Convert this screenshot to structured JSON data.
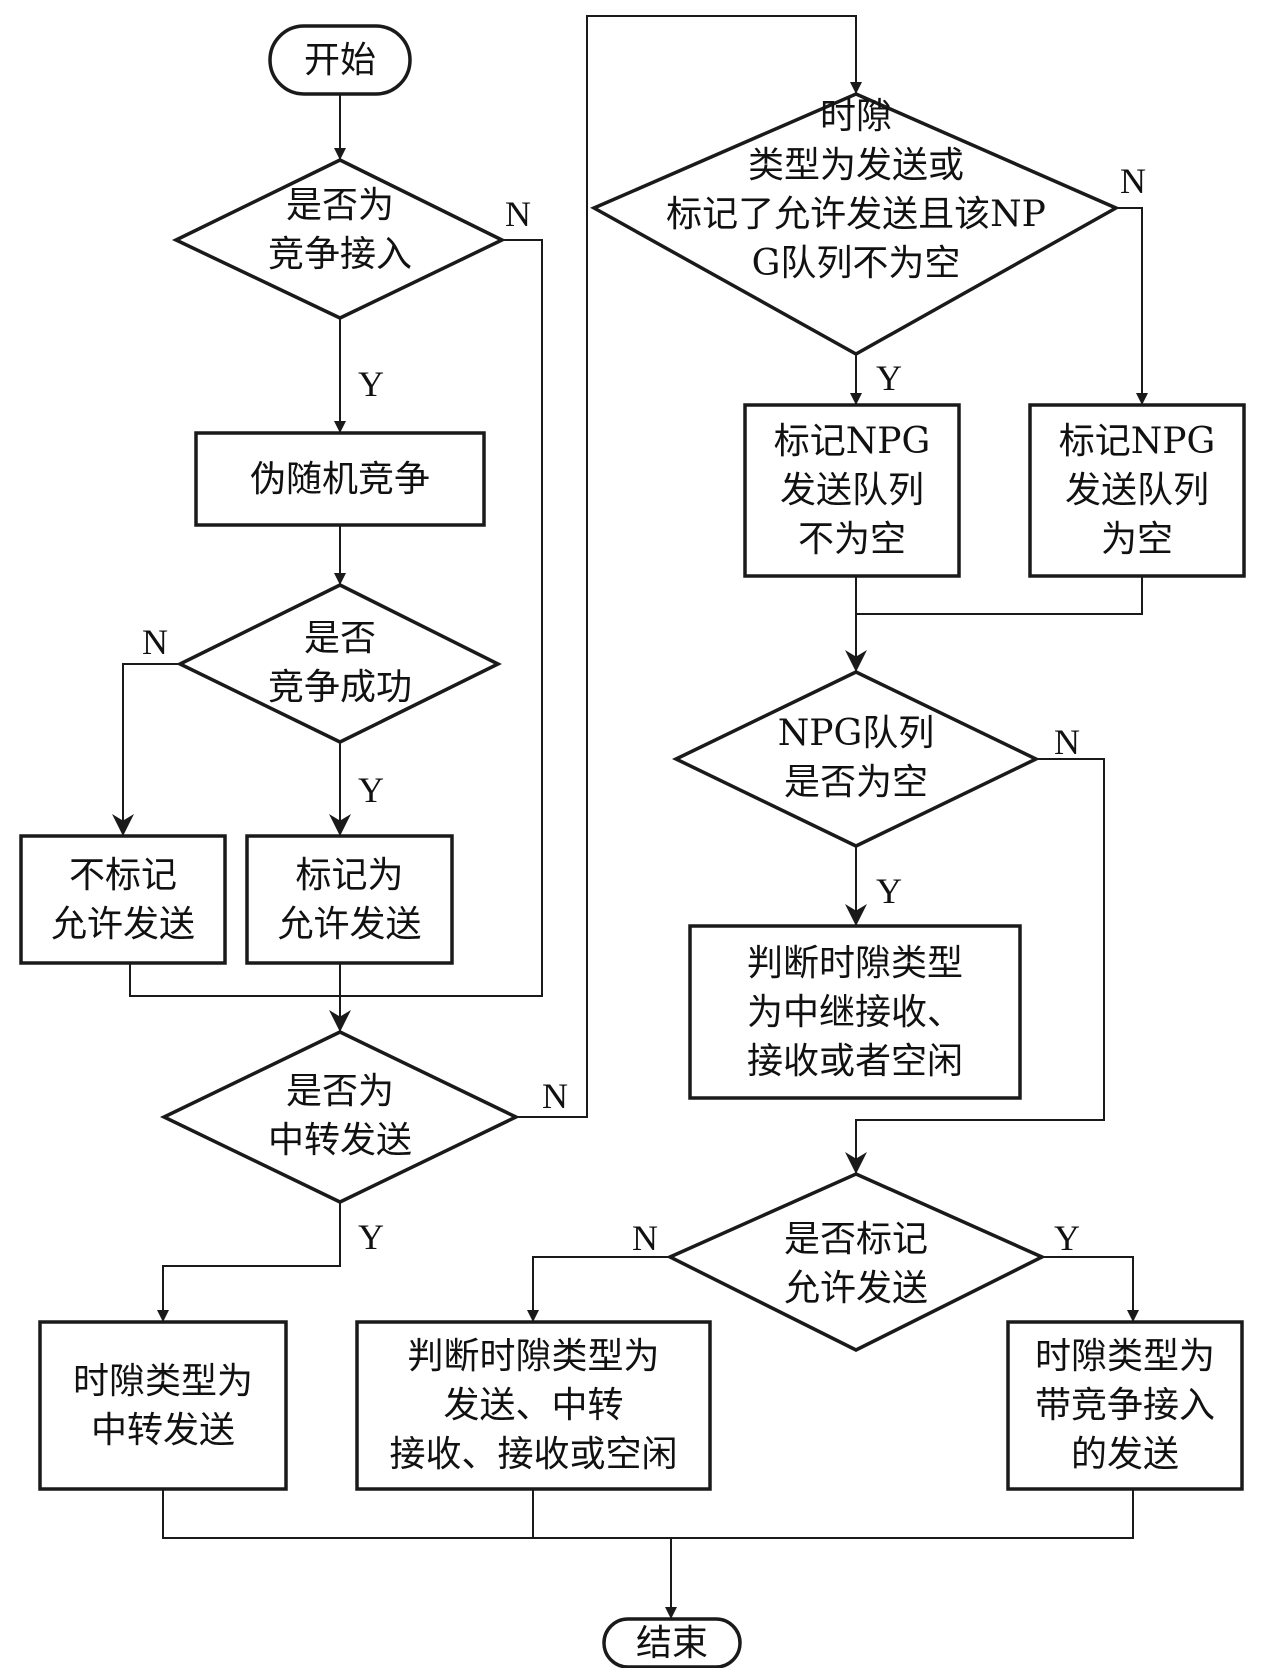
{
  "nodes": {
    "start": [
      "开始"
    ],
    "d_contention": [
      "是否为",
      "竞争接入"
    ],
    "pseudo_random": [
      "伪随机竞争"
    ],
    "d_success": [
      "是否",
      "竞争成功"
    ],
    "no_mark": [
      "不标记",
      "允许发送"
    ],
    "mark": [
      "标记为",
      "允许发送"
    ],
    "d_relay": [
      "是否为",
      "中转发送"
    ],
    "relay_slot": [
      "时隙类型为",
      "中转发送"
    ],
    "judge_left": [
      "判断时隙类型为",
      "发送、中转",
      "接收、接收或空闲"
    ],
    "d_slot": [
      "时隙",
      "类型为发送或",
      "标记了允许发送且该NP",
      "G队列不为空"
    ],
    "npg_not_empty": [
      "标记NPG",
      "发送队列",
      "不为空"
    ],
    "npg_empty": [
      "标记NPG",
      "发送队列",
      "为空"
    ],
    "d_npg": [
      "NPG队列",
      "是否为空"
    ],
    "judge_mid": [
      "判断时隙类型",
      "为中继接收、",
      "接收或者空闲"
    ],
    "d_mark": [
      "是否标记",
      "允许发送"
    ],
    "contention_send": [
      "时隙类型为",
      "带竞争接入",
      "的发送"
    ],
    "end": [
      "结束"
    ]
  },
  "edge_labels": {
    "contention_n": "N",
    "contention_y": "Y",
    "success_n": "N",
    "success_y": "Y",
    "relay_n": "N",
    "relay_y": "Y",
    "slot_n": "N",
    "slot_y": "Y",
    "npg_n": "N",
    "npg_y": "Y",
    "mark_n": "N",
    "mark_y": "Y"
  }
}
